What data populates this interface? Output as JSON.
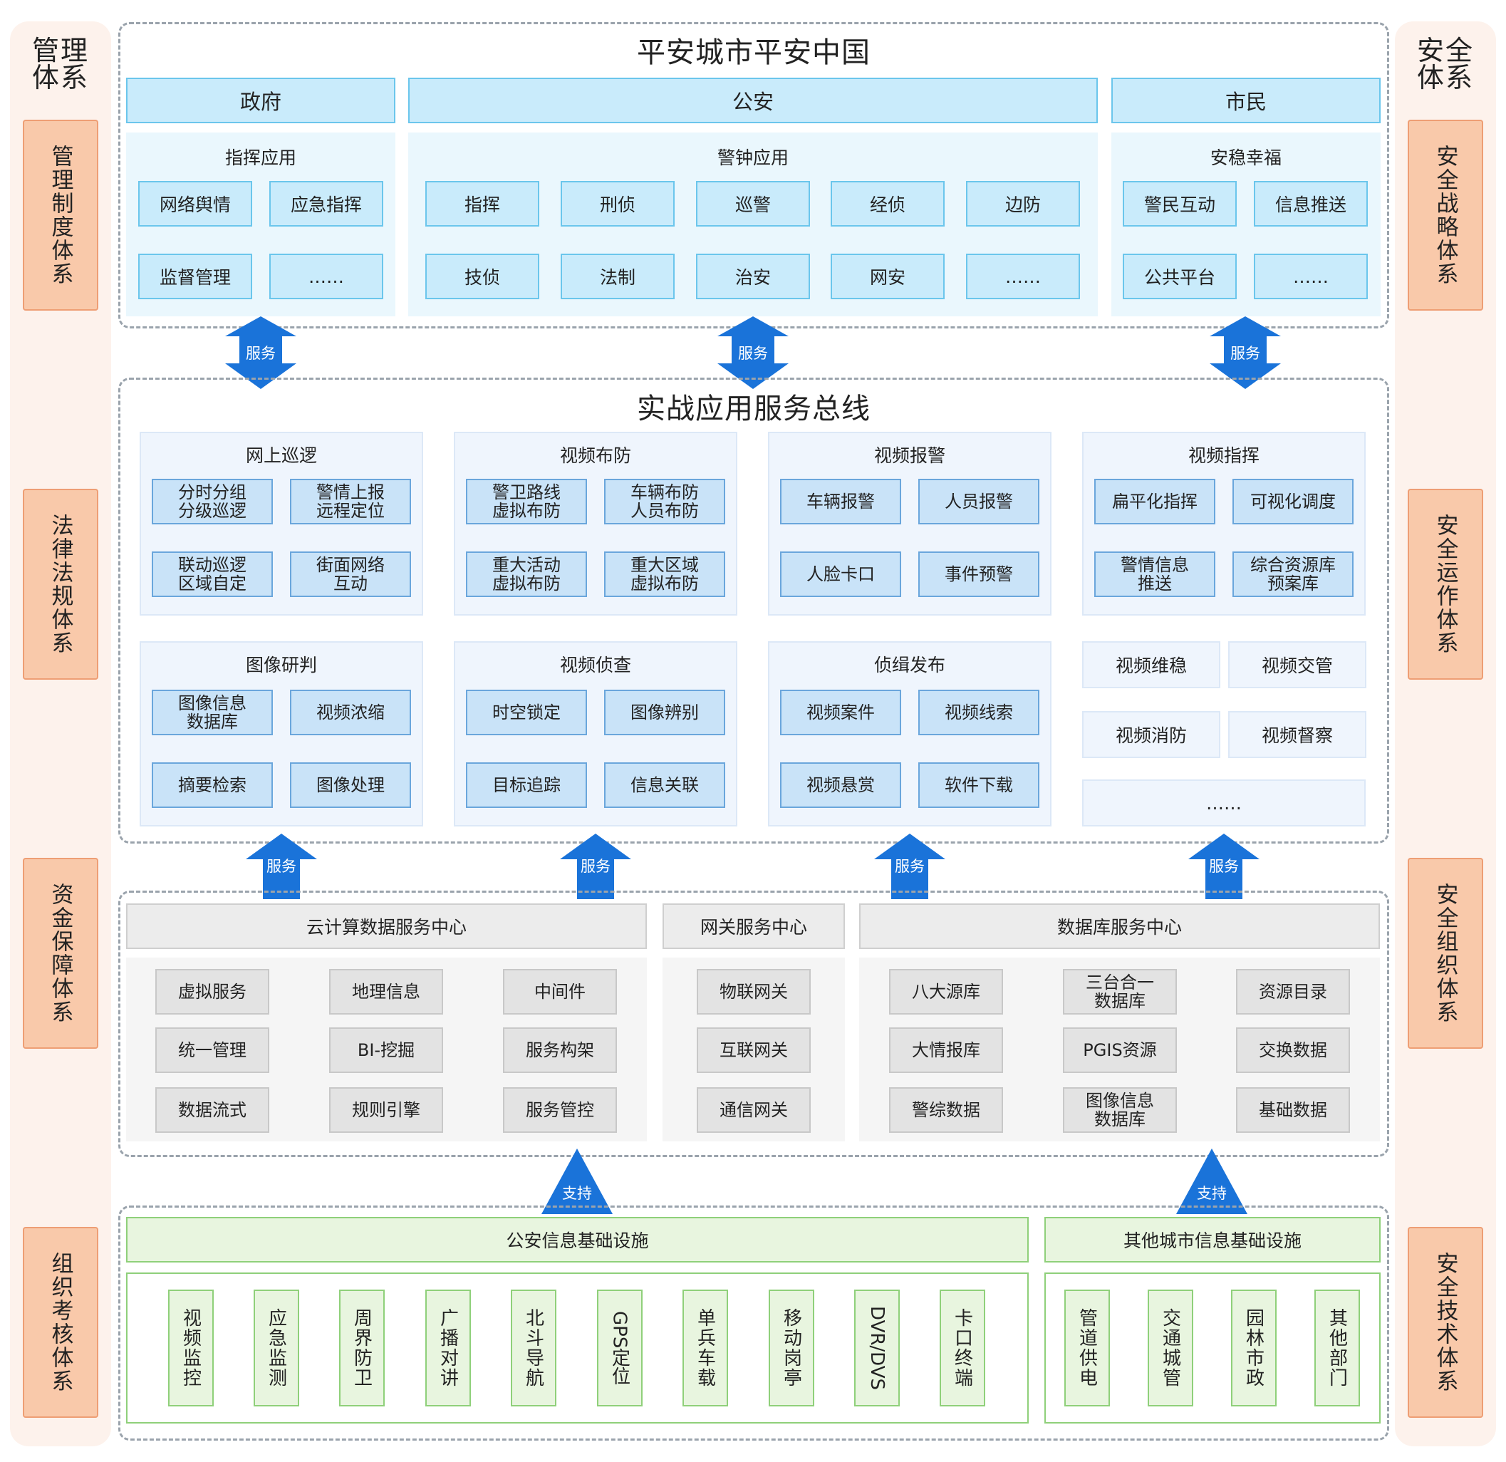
{
  "left_system": {
    "title": "管理\n体系",
    "items": [
      "管理制度体系",
      "法律法规体系",
      "资金保障体系",
      "组织考核体系"
    ]
  },
  "right_system": {
    "title": "安全\n体系",
    "items": [
      "安全战略体系",
      "安全运作体系",
      "安全组织体系",
      "安全技术体系"
    ]
  },
  "top": {
    "title": "平安城市平安中国",
    "columns": [
      {
        "header": "政府",
        "panel_title": "指挥应用",
        "items": [
          "网络舆情",
          "应急指挥",
          "监督管理",
          "……"
        ]
      },
      {
        "header": "公安",
        "panel_title": "警钟应用",
        "items": [
          "指挥",
          "刑侦",
          "巡警",
          "经侦",
          "边防",
          "技侦",
          "法制",
          "治安",
          "网安",
          "……"
        ]
      },
      {
        "header": "市民",
        "panel_title": "安稳幸福",
        "items": [
          "警民互动",
          "信息推送",
          "公共平台",
          "……"
        ]
      }
    ]
  },
  "arrows_service_label": "服务",
  "arrows_support_label": "支持",
  "middle": {
    "title": "实战应用服务总线",
    "panels": [
      {
        "title": "网上巡逻",
        "items": [
          "分时分组\n分级巡逻",
          "警情上报\n远程定位",
          "联动巡逻\n区域自定",
          "街面网络\n互动"
        ]
      },
      {
        "title": "视频布防",
        "items": [
          "警卫路线\n虚拟布防",
          "车辆布防\n人员布防",
          "重大活动\n虚拟布防",
          "重大区域\n虚拟布防"
        ]
      },
      {
        "title": "视频报警",
        "items": [
          "车辆报警",
          "人员报警",
          "人脸卡口",
          "事件预警"
        ]
      },
      {
        "title": "视频指挥",
        "items": [
          "扁平化指挥",
          "可视化调度",
          "警情信息\n推送",
          "综合资源库\n预案库"
        ]
      },
      {
        "title": "图像研判",
        "items": [
          "图像信息\n数据库",
          "视频浓缩",
          "摘要检索",
          "图像处理"
        ]
      },
      {
        "title": "视频侦查",
        "items": [
          "时空锁定",
          "图像辨别",
          "目标追踪",
          "信息关联"
        ]
      },
      {
        "title": "侦缉发布",
        "items": [
          "视频案件",
          "视频线索",
          "视频悬赏",
          "软件下载"
        ]
      }
    ],
    "extra_items": [
      "视频维稳",
      "视频交管",
      "视频消防",
      "视频督察",
      "……"
    ]
  },
  "services": {
    "cloud": {
      "header": "云计算数据服务中心",
      "items": [
        "虚拟服务",
        "地理信息",
        "中间件",
        "统一管理",
        "BI-挖掘",
        "服务构架",
        "数据流式",
        "规则引擎",
        "服务管控"
      ]
    },
    "gateway": {
      "header": "网关服务中心",
      "items": [
        "物联网关",
        "互联网关",
        "通信网关"
      ]
    },
    "database": {
      "header": "数据库服务中心",
      "items": [
        "八大源库",
        "三台合一\n数据库",
        "资源目录",
        "大情报库",
        "PGIS资源",
        "交换数据",
        "警综数据",
        "图像信息\n数据库",
        "基础数据"
      ]
    }
  },
  "infra": {
    "police": {
      "header": "公安信息基础设施",
      "items": [
        "视频监控",
        "应急监测",
        "周界防卫",
        "广播对讲",
        "北斗导航",
        "GPS定位",
        "单兵车载",
        "移动岗亭",
        "DVR/DVS",
        "卡口终端"
      ]
    },
    "city": {
      "header": "其他城市信息基础设施",
      "items": [
        "管道供电",
        "交通城管",
        "园林市政",
        "其他部门"
      ]
    }
  },
  "colors": {
    "arrow_blue": "#1a73d9",
    "side_item_fill": "#f9c9aa",
    "top_blue": "#c9ebfb",
    "infra_green": "#8fd07a"
  }
}
